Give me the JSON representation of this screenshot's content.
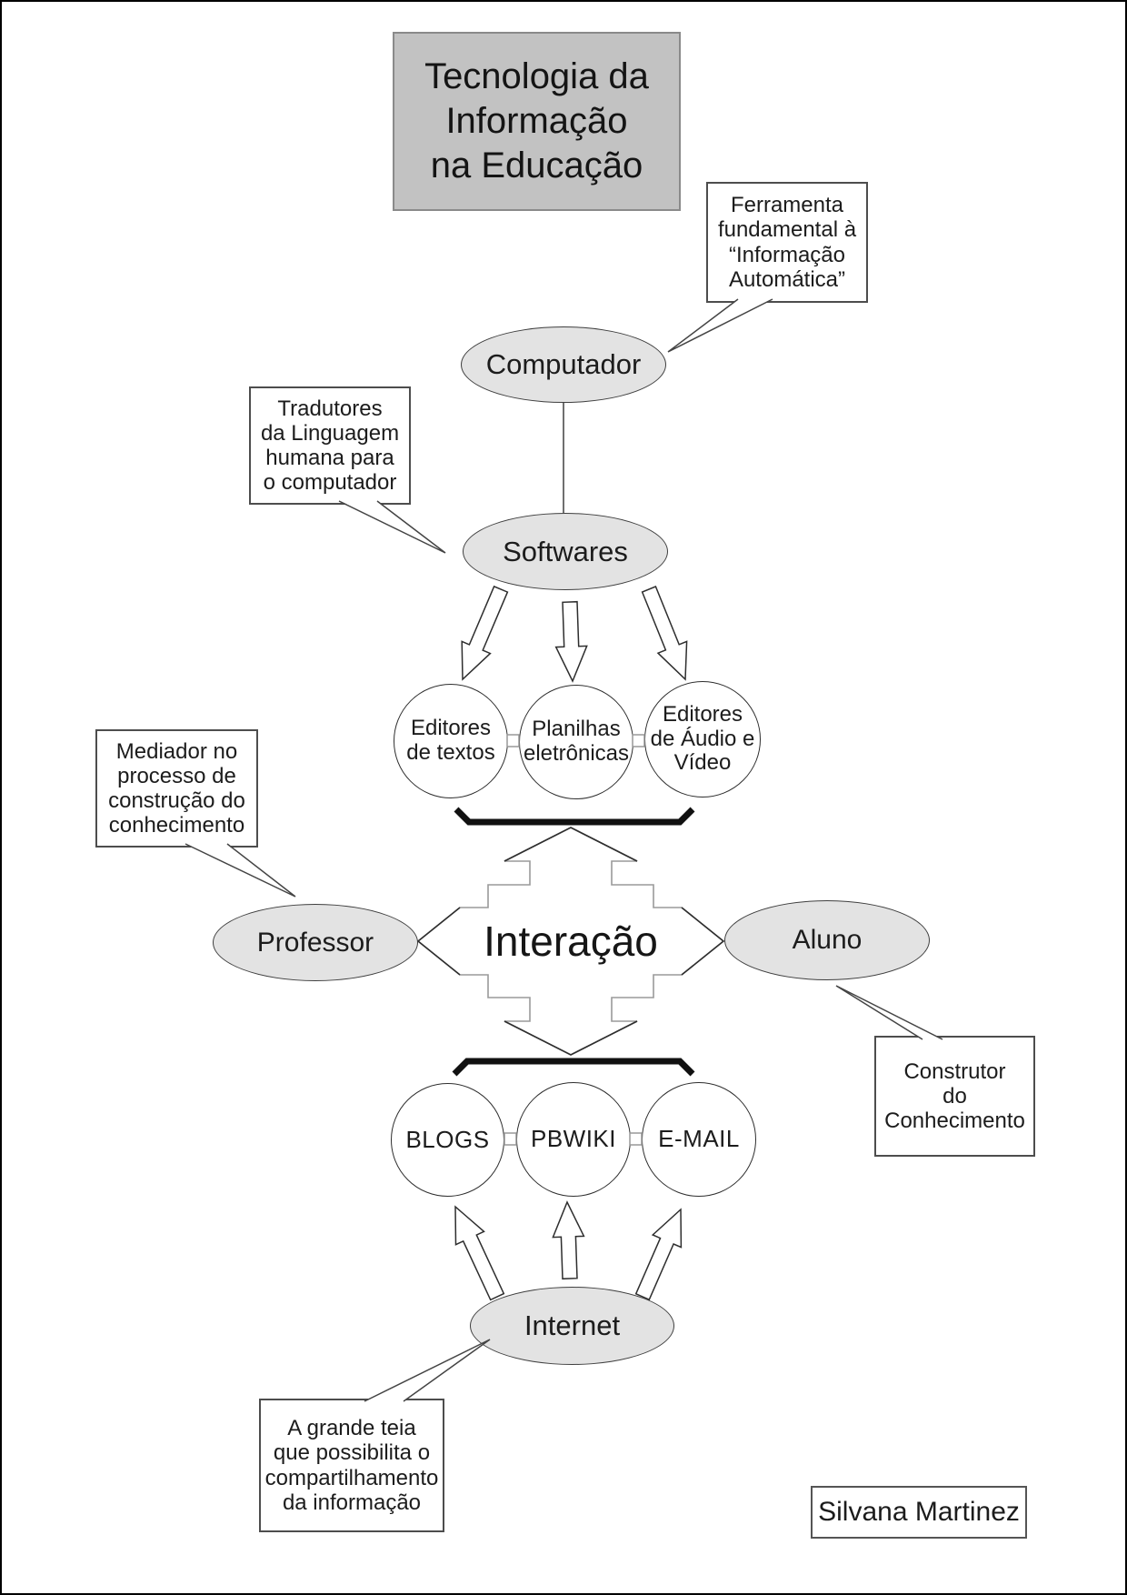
{
  "page": {
    "title_box": "Tecnologia da\nInformação\nna Educação",
    "author": "Silvana Martinez"
  },
  "nodes": {
    "computador": "Computador",
    "softwares": "Softwares",
    "editores_textos": "Editores\nde textos",
    "planilhas": "Planilhas\neletrônicas",
    "editores_audio_video": "Editores\nde Áudio e\nVídeo",
    "professor": "Professor",
    "interacao": "Interação",
    "aluno": "Aluno",
    "blogs": "BLOGS",
    "pbwiki": "PBWIKI",
    "email": "E-MAIL",
    "internet": "Internet"
  },
  "callouts": {
    "ferramenta": "Ferramenta\nfundamental à\n“Informação\nAutomática”",
    "tradutores": "Tradutores\nda Linguagem\nhumana para\no computador",
    "mediador": "Mediador no\nprocesso de\nconstrução do\nconhecimento",
    "construtor": "Construtor\ndo\nConhecimento",
    "grande_teia": "A grande teia\nque possibilita o\ncompartilhamento\nda informação"
  },
  "colors": {
    "title_fill": "#c2c2c2",
    "ellipse_fill": "#e3e3e3",
    "shape_fill": "#ffffff",
    "outline": "#3f3f3f",
    "bracket": "#111111"
  }
}
